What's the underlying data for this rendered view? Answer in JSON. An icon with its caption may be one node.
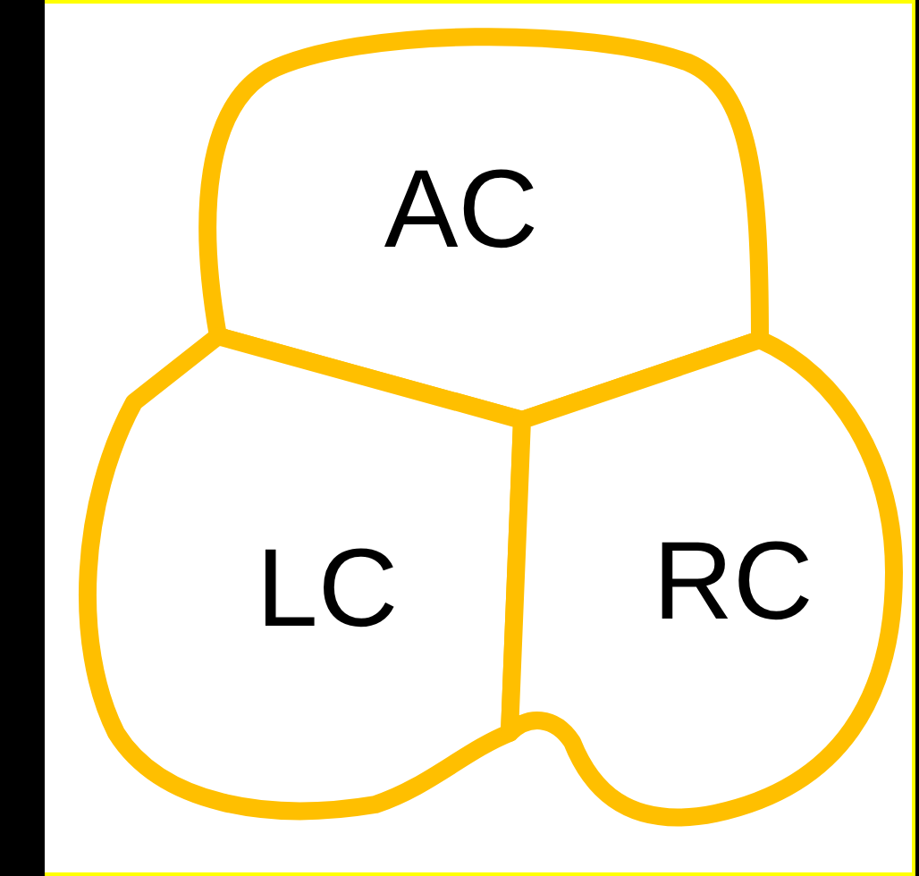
{
  "diagram": {
    "nodes": [
      {
        "text": [
          "AC"
        ]
      },
      {
        "text": [
          "LC"
        ]
      },
      {
        "text": [
          "RC"
        ]
      }
    ]
  }
}
